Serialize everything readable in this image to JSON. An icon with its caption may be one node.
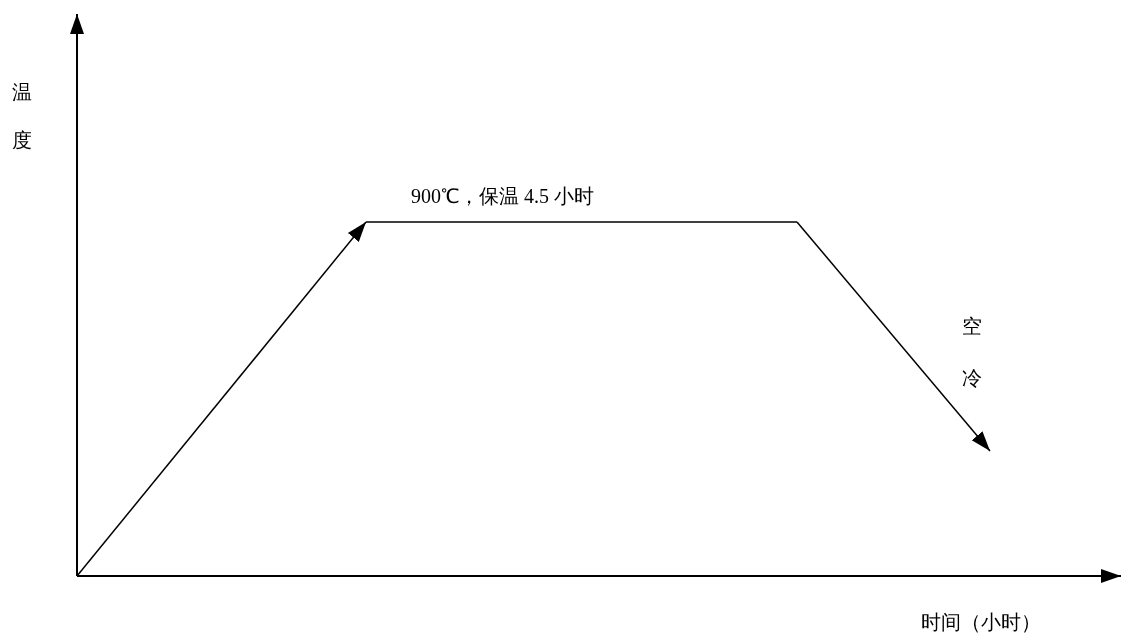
{
  "diagram": {
    "labels": [
      "温度",
      "900℃，保温 4.5 小时",
      "空冷",
      "时间（小时）"
    ]
  }
}
